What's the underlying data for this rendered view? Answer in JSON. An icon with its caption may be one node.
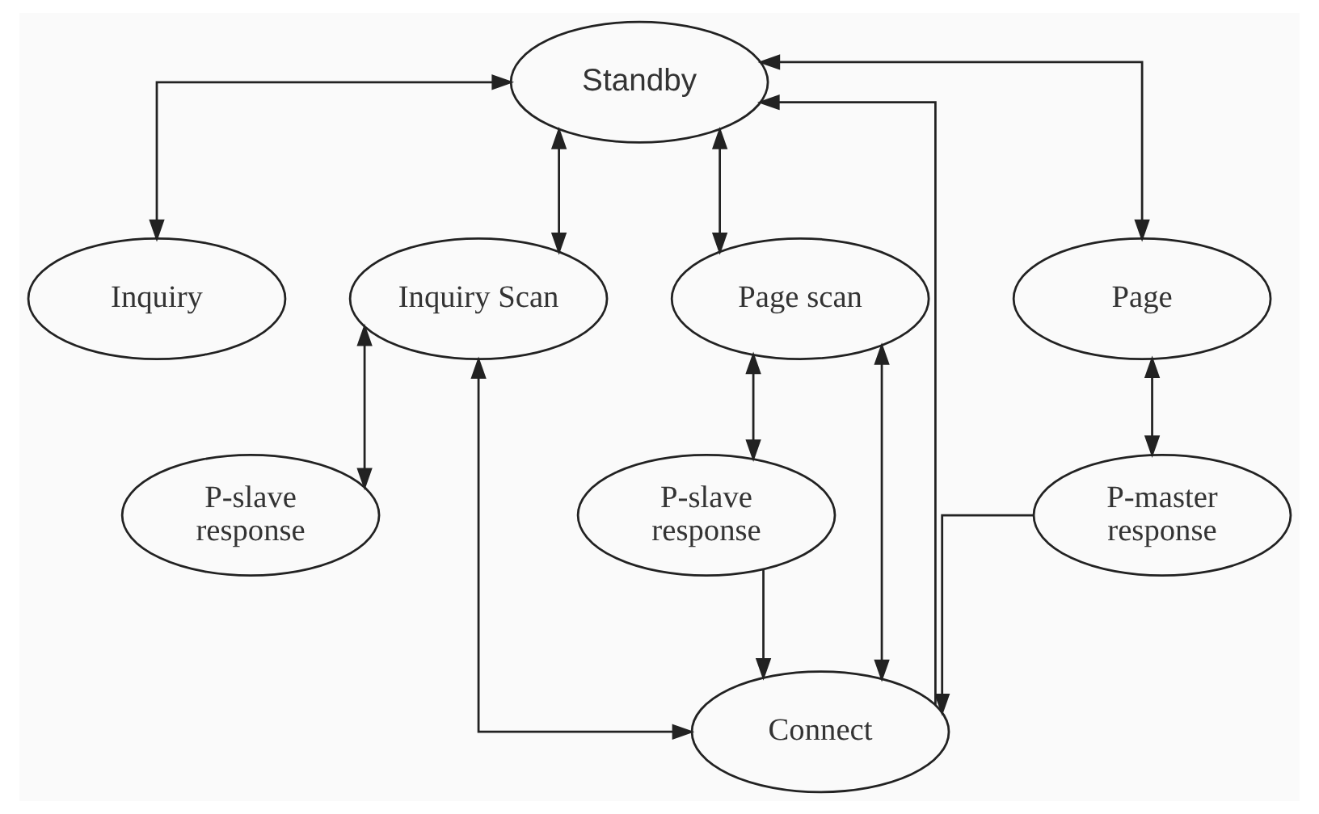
{
  "diagram": {
    "nodes": [
      {
        "text": [
          "Standby"
        ]
      },
      {
        "text": [
          "Inquiry"
        ]
      },
      {
        "text": [
          "Inquiry Scan"
        ]
      },
      {
        "text": [
          "Page scan"
        ]
      },
      {
        "text": [
          "Page"
        ]
      },
      {
        "text": [
          "P-slave response"
        ]
      },
      {
        "text": [
          "P-slave response"
        ]
      },
      {
        "text": [
          "P-master response"
        ]
      },
      {
        "text": [
          "Connect"
        ]
      }
    ],
    "edges": [
      {
        "from": 8,
        "to": 0,
        "arrow": "to"
      },
      {
        "from": 0,
        "to": 1,
        "arrow": "both"
      },
      {
        "from": 0,
        "to": 2,
        "arrow": "both"
      },
      {
        "from": 0,
        "to": 3,
        "arrow": "both"
      },
      {
        "from": 0,
        "to": 4,
        "arrow": "both"
      },
      {
        "from": 2,
        "to": 5,
        "arrow": "both"
      },
      {
        "from": 2,
        "to": 8,
        "arrow": "both"
      },
      {
        "from": 3,
        "to": 8,
        "arrow": "both"
      },
      {
        "from": 3,
        "to": 6,
        "arrow": "both"
      },
      {
        "from": 6,
        "to": 8,
        "arrow": "to"
      },
      {
        "from": 4,
        "to": 7,
        "arrow": "both"
      },
      {
        "from": 7,
        "to": 8,
        "arrow": "to"
      }
    ]
  }
}
